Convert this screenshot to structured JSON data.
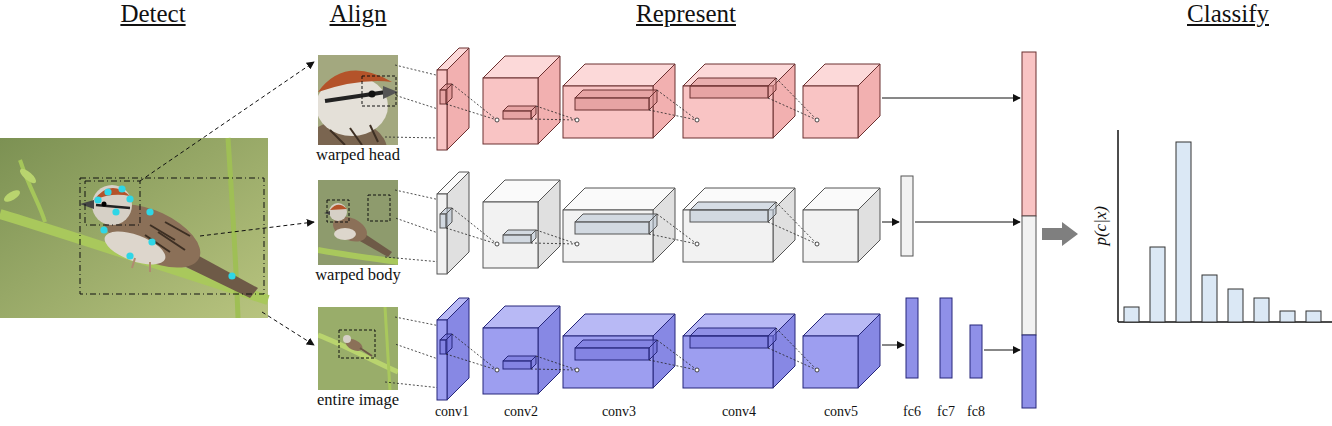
{
  "diagram": {
    "nodes": [
      {
        "text": [
          "warped head"
        ]
      },
      {
        "text": [
          "warped body"
        ]
      },
      {
        "text": [
          "entire image"
        ]
      }
    ],
    "labels": [
      "Detect",
      "Align",
      "Represent",
      "Classify",
      "conv1",
      "conv2",
      "conv3",
      "conv4",
      "conv5",
      "fc6",
      "fc7",
      "fc8",
      "p(c|x)"
    ]
  }
}
